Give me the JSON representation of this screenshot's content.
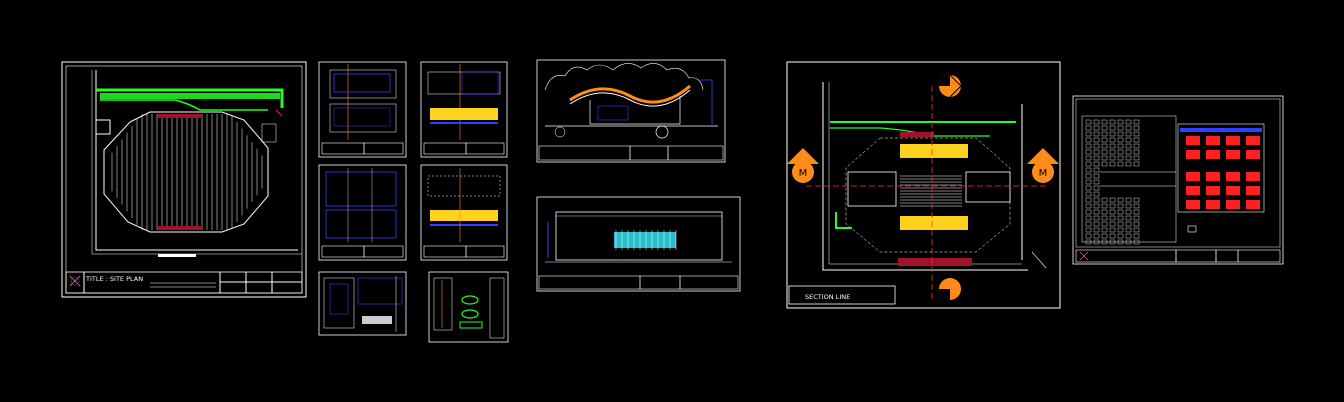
{
  "drawing": {
    "background": "#000000",
    "line_color": "#ffffff",
    "accent_colors": {
      "green": "#22ff22",
      "red": "#ff2020",
      "orange": "#ff8c1a",
      "yellow": "#ffd21e",
      "blue": "#3040ff",
      "cyan": "#29d3e6",
      "maroon": "#a0142a"
    }
  },
  "sheets": {
    "site_plan": {
      "title_text": "TITLE : SITE PLAN"
    },
    "section_plan": {
      "section_line_label": "SECTION LINE",
      "marker_letter": "M"
    }
  }
}
